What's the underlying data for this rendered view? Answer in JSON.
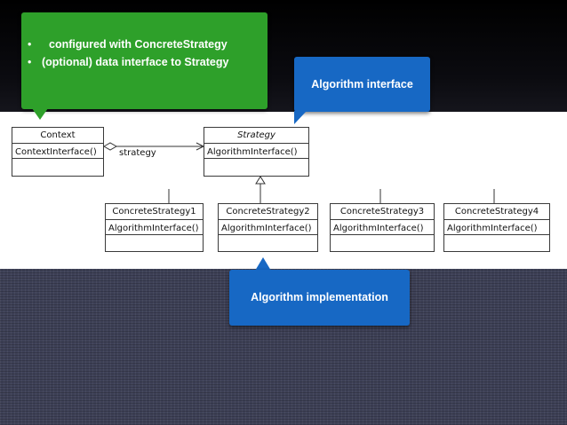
{
  "callouts": {
    "context_notes": {
      "bullets": [
        "configured with ConcreteStrategy",
        "(optional) data interface to Strategy"
      ],
      "color": "#2ea02a"
    },
    "algorithm_interface": {
      "text": "Algorithm interface",
      "color": "#1768c4"
    },
    "algorithm_implementation": {
      "text": "Algorithm implementation",
      "color": "#1768c4"
    }
  },
  "diagram": {
    "context": {
      "name": "Context",
      "operation": "ContextInterface()"
    },
    "association_label": "strategy",
    "strategy": {
      "name": "Strategy",
      "operation": "AlgorithmInterface()"
    },
    "concrete": [
      {
        "name": "ConcreteStrategy1",
        "operation": "AlgorithmInterface()"
      },
      {
        "name": "ConcreteStrategy2",
        "operation": "AlgorithmInterface()"
      },
      {
        "name": "ConcreteStrategy3",
        "operation": "AlgorithmInterface()"
      },
      {
        "name": "ConcreteStrategy4",
        "operation": "AlgorithmInterface()"
      }
    ]
  }
}
